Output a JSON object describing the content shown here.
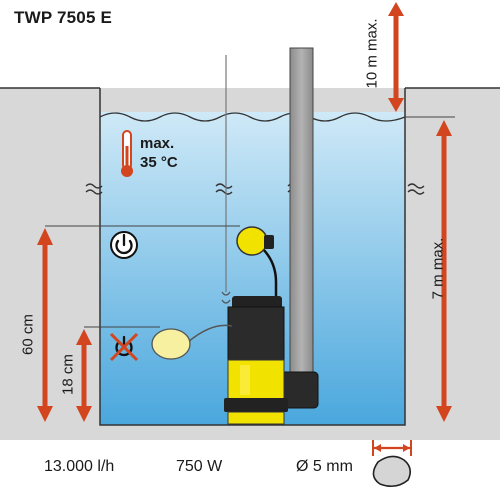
{
  "title": "TWP 7505 E",
  "temperature": {
    "line1": "max.",
    "line2": "35 °C",
    "icon": "thermometer-icon"
  },
  "dimensions": {
    "head": "10 m max.",
    "depth": "7 m max.",
    "on_level": "60 cm",
    "off_level": "18 cm"
  },
  "specs": {
    "flow": "13.000 l/h",
    "power": "750 W",
    "particle": "Ø 5 mm"
  },
  "icons": [
    "power-on-icon",
    "power-off-icon",
    "thermometer-icon",
    "particle-icon",
    "float-switch-icon"
  ],
  "colors": {
    "water_top": "#cfe9f7",
    "water_bottom": "#4aa7dd",
    "ground": "#d8d8d8",
    "arrow": "#d2451e",
    "pump_yellow": "#f2e200",
    "pipe": "#9a9a9a"
  }
}
